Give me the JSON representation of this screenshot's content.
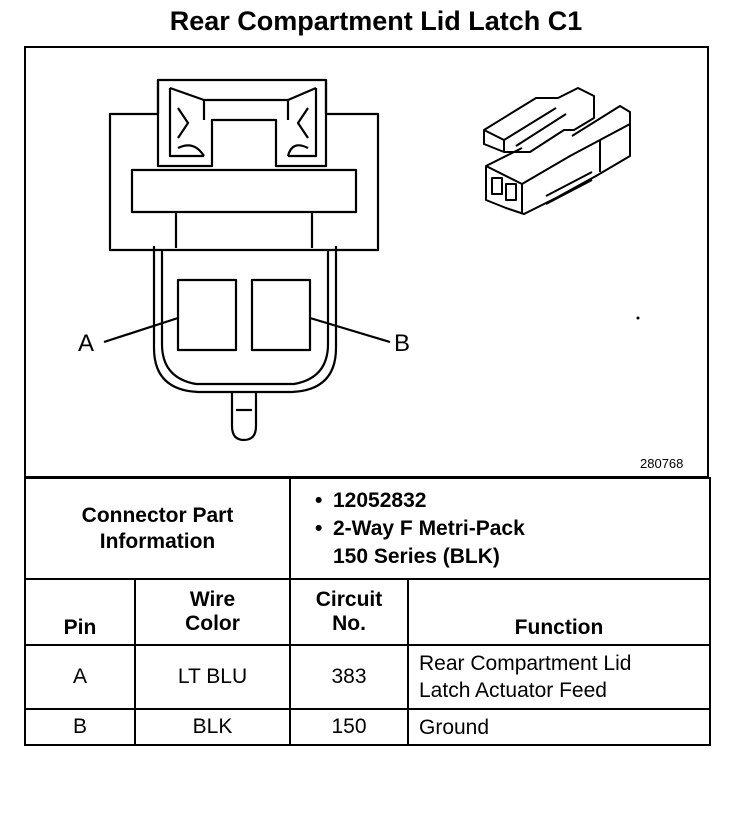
{
  "title": "Rear Compartment Lid Latch C1",
  "diagram": {
    "pin_labels": [
      "A",
      "B"
    ],
    "figure_number": "280768"
  },
  "connector_info": {
    "label_line1": "Connector Part",
    "label_line2": "Information",
    "part_number": "12052832",
    "description_line1": "2-Way F Metri-Pack",
    "description_line2": "150 Series (BLK)",
    "bullet": "•"
  },
  "table": {
    "headers": {
      "pin": "Pin",
      "wire_color_1": "Wire",
      "wire_color_2": "Color",
      "circuit_1": "Circuit",
      "circuit_2": "No.",
      "function": "Function"
    },
    "rows": [
      {
        "pin": "A",
        "wire_color": "LT BLU",
        "circuit": "383",
        "function_line1": "Rear Compartment Lid",
        "function_line2": "Latch Actuator Feed"
      },
      {
        "pin": "B",
        "wire_color": "BLK",
        "circuit": "150",
        "function_line1": "Ground",
        "function_line2": ""
      }
    ]
  }
}
